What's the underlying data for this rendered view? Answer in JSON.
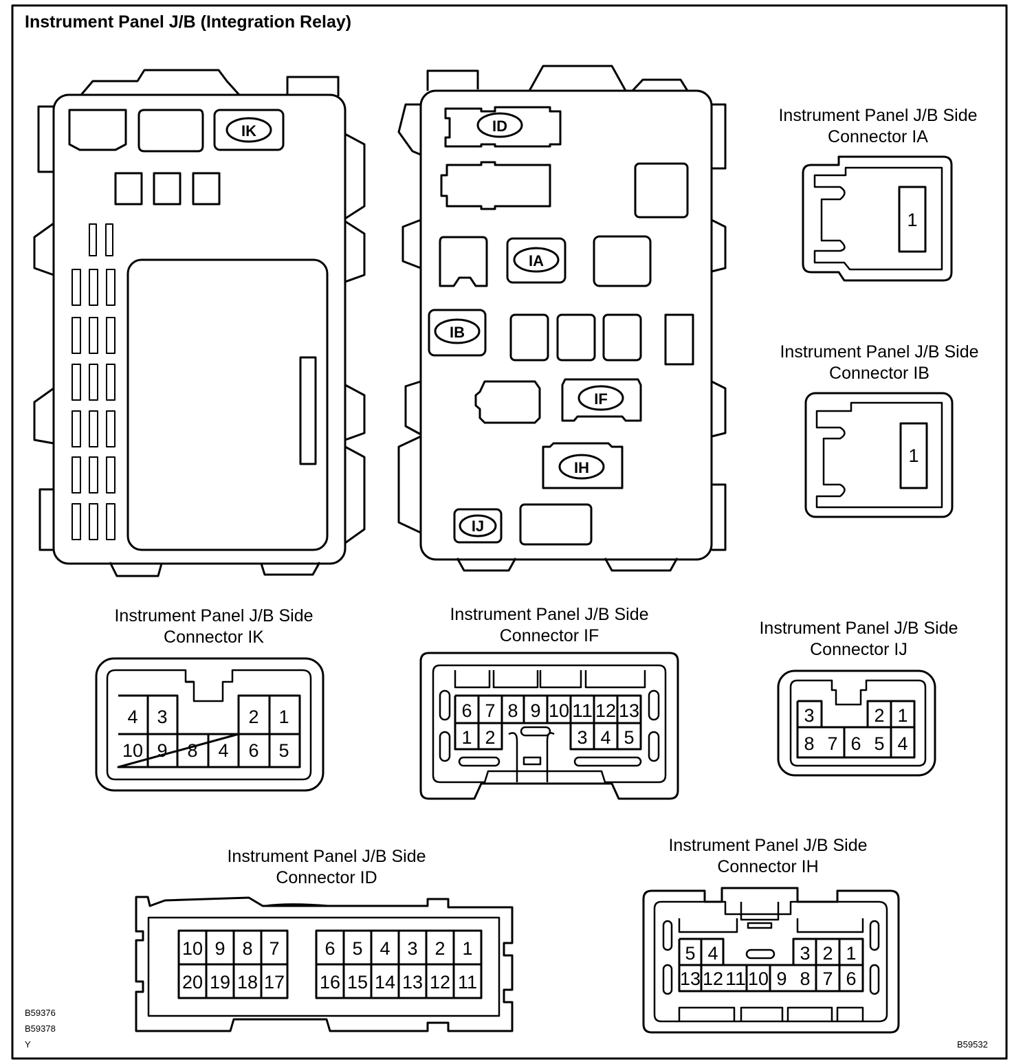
{
  "title": "Instrument Panel J/B (Integration Relay)",
  "jb_labels": [
    "IK",
    "ID",
    "IA",
    "IB",
    "IF",
    "IH",
    "IJ"
  ],
  "connectors": {
    "IA": {
      "line1": "Instrument Panel J/B Side",
      "line2": "Connector IA",
      "pins": [
        "1"
      ]
    },
    "IB": {
      "line1": "Instrument Panel J/B Side",
      "line2": "Connector IB",
      "pins": [
        "1"
      ]
    },
    "IK": {
      "line1": "Instrument Panel J/B Side",
      "line2": "Connector IK",
      "row1": [
        "4",
        "3",
        "2",
        "1"
      ],
      "row2": [
        "10",
        "9",
        "8",
        "4",
        "6",
        "5"
      ]
    },
    "IF": {
      "line1": "Instrument Panel J/B Side",
      "line2": "Connector IF",
      "row1": [
        "6",
        "7",
        "8",
        "9",
        "10",
        "11",
        "12",
        "13"
      ],
      "row2": [
        "1",
        "2",
        "3",
        "4",
        "5"
      ]
    },
    "IJ": {
      "line1": "Instrument Panel J/B Side",
      "line2": "Connector IJ",
      "row1": [
        "3",
        "2",
        "1"
      ],
      "row2": [
        "8",
        "7",
        "6",
        "5",
        "4"
      ]
    },
    "ID": {
      "line1": "Instrument Panel J/B Side",
      "line2": "Connector ID",
      "row1_left": [
        "10",
        "9",
        "8",
        "7"
      ],
      "row1_right": [
        "6",
        "5",
        "4",
        "3",
        "2",
        "1"
      ],
      "row2_left": [
        "20",
        "19",
        "18",
        "17"
      ],
      "row2_right": [
        "16",
        "15",
        "14",
        "13",
        "12",
        "11"
      ]
    },
    "IH": {
      "line1": "Instrument Panel J/B Side",
      "line2": "Connector IH",
      "row1_left": [
        "5",
        "4"
      ],
      "row1_right": [
        "3",
        "2",
        "1"
      ],
      "row2": [
        "13",
        "12",
        "11",
        "10",
        "9",
        "8",
        "7",
        "6"
      ]
    }
  },
  "codes": {
    "left1": "B59376",
    "left2": "B59378",
    "left3": "Y",
    "right": "B59532"
  }
}
